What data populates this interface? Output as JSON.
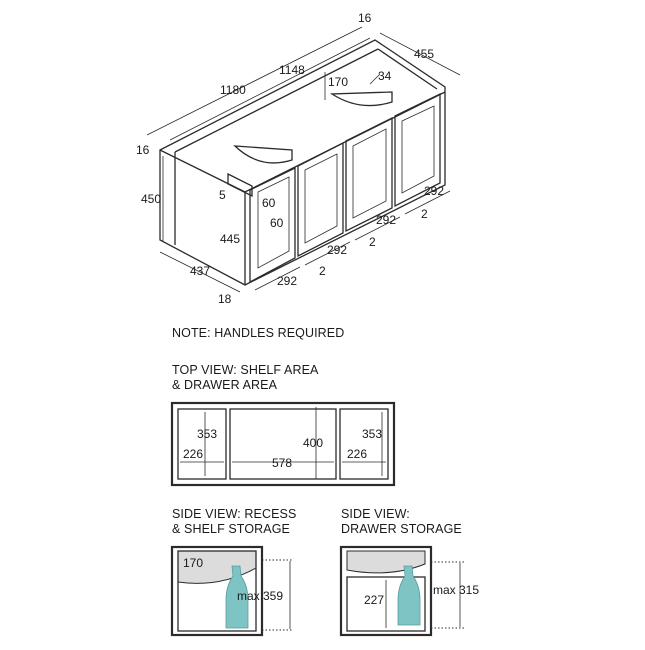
{
  "iso": {
    "overall_width": "1180",
    "inner_width": "1148",
    "top_thickness": "16",
    "depth": "455",
    "side_thickness": "16",
    "recess_depth": "170",
    "recess_offset": "34",
    "height": "450",
    "door_height": "445",
    "gap_top": "5",
    "frame_top": "60",
    "frame_side": "60",
    "door_width_1": "292",
    "door_width_2": "292",
    "door_width_3": "292",
    "door_width_4": "292",
    "door_gap_1": "2",
    "door_gap_2": "2",
    "door_gap_3": "2",
    "side_depth": "437",
    "door_thickness": "18"
  },
  "note": "NOTE: HANDLES REQUIRED",
  "top_view": {
    "title_line1": "TOP VIEW: SHELF AREA",
    "title_line2": "& DRAWER AREA",
    "left_depth": "353",
    "left_width": "226",
    "center_depth": "400",
    "center_width": "578",
    "right_depth": "353",
    "right_width": "226"
  },
  "side_recess": {
    "title_line1": "SIDE VIEW: RECESS",
    "title_line2": "& SHELF STORAGE",
    "recess": "170",
    "max_height": "max 359"
  },
  "side_drawer": {
    "title_line1": "SIDE VIEW:",
    "title_line2": "DRAWER STORAGE",
    "drawer_height": "227",
    "max_height": "max 315"
  }
}
